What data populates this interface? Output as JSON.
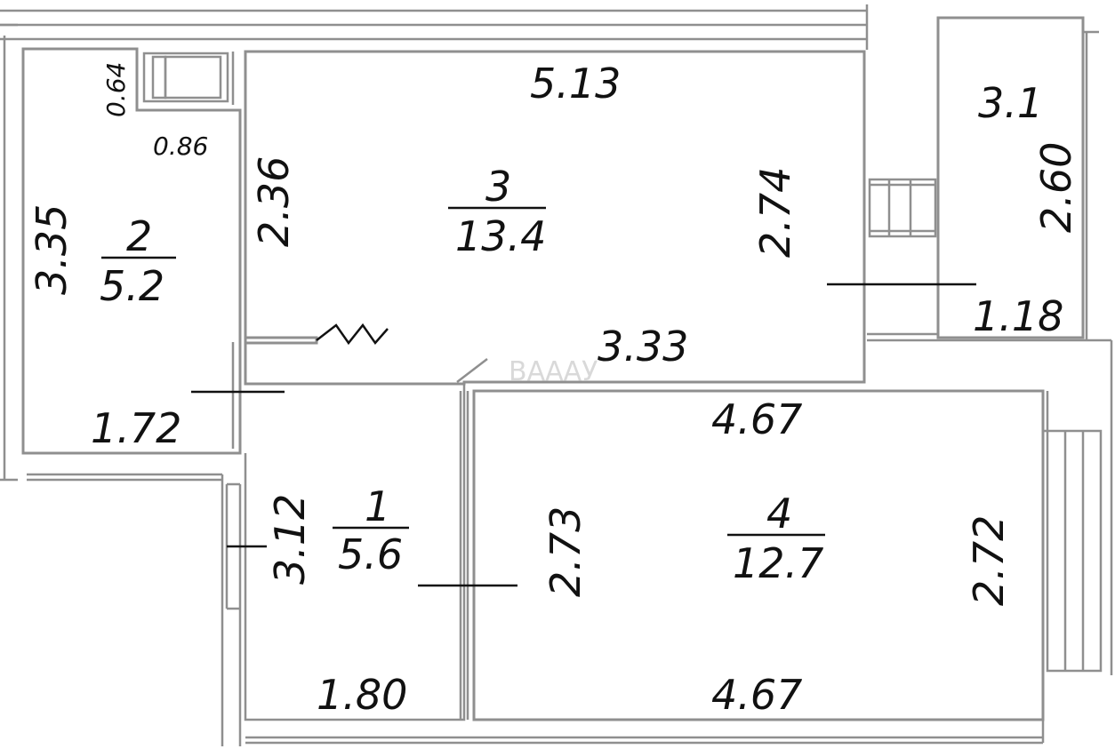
{
  "rooms": {
    "room1": {
      "number": "1",
      "area": "5.6"
    },
    "room2": {
      "number": "2",
      "area": "5.2"
    },
    "room3": {
      "number": "3",
      "area": "13.4"
    },
    "room4": {
      "number": "4",
      "area": "12.7"
    },
    "balcony": {
      "area": "3.1"
    }
  },
  "dimensions": {
    "d_0_64": "0.64",
    "d_0_86": "0.86",
    "d_5_13": "5.13",
    "d_2_36": "2.36",
    "d_2_74": "2.74",
    "d_3_35": "3.35",
    "d_1_72": "1.72",
    "d_3_33": "3.33",
    "d_2_60": "2.60",
    "d_1_18": "1.18",
    "d_4_67_top": "4.67",
    "d_3_12": "3.12",
    "d_2_73": "2.73",
    "d_2_72": "2.72",
    "d_1_80": "1.80",
    "d_4_67_bottom": "4.67"
  },
  "watermark": "ВАААУ"
}
